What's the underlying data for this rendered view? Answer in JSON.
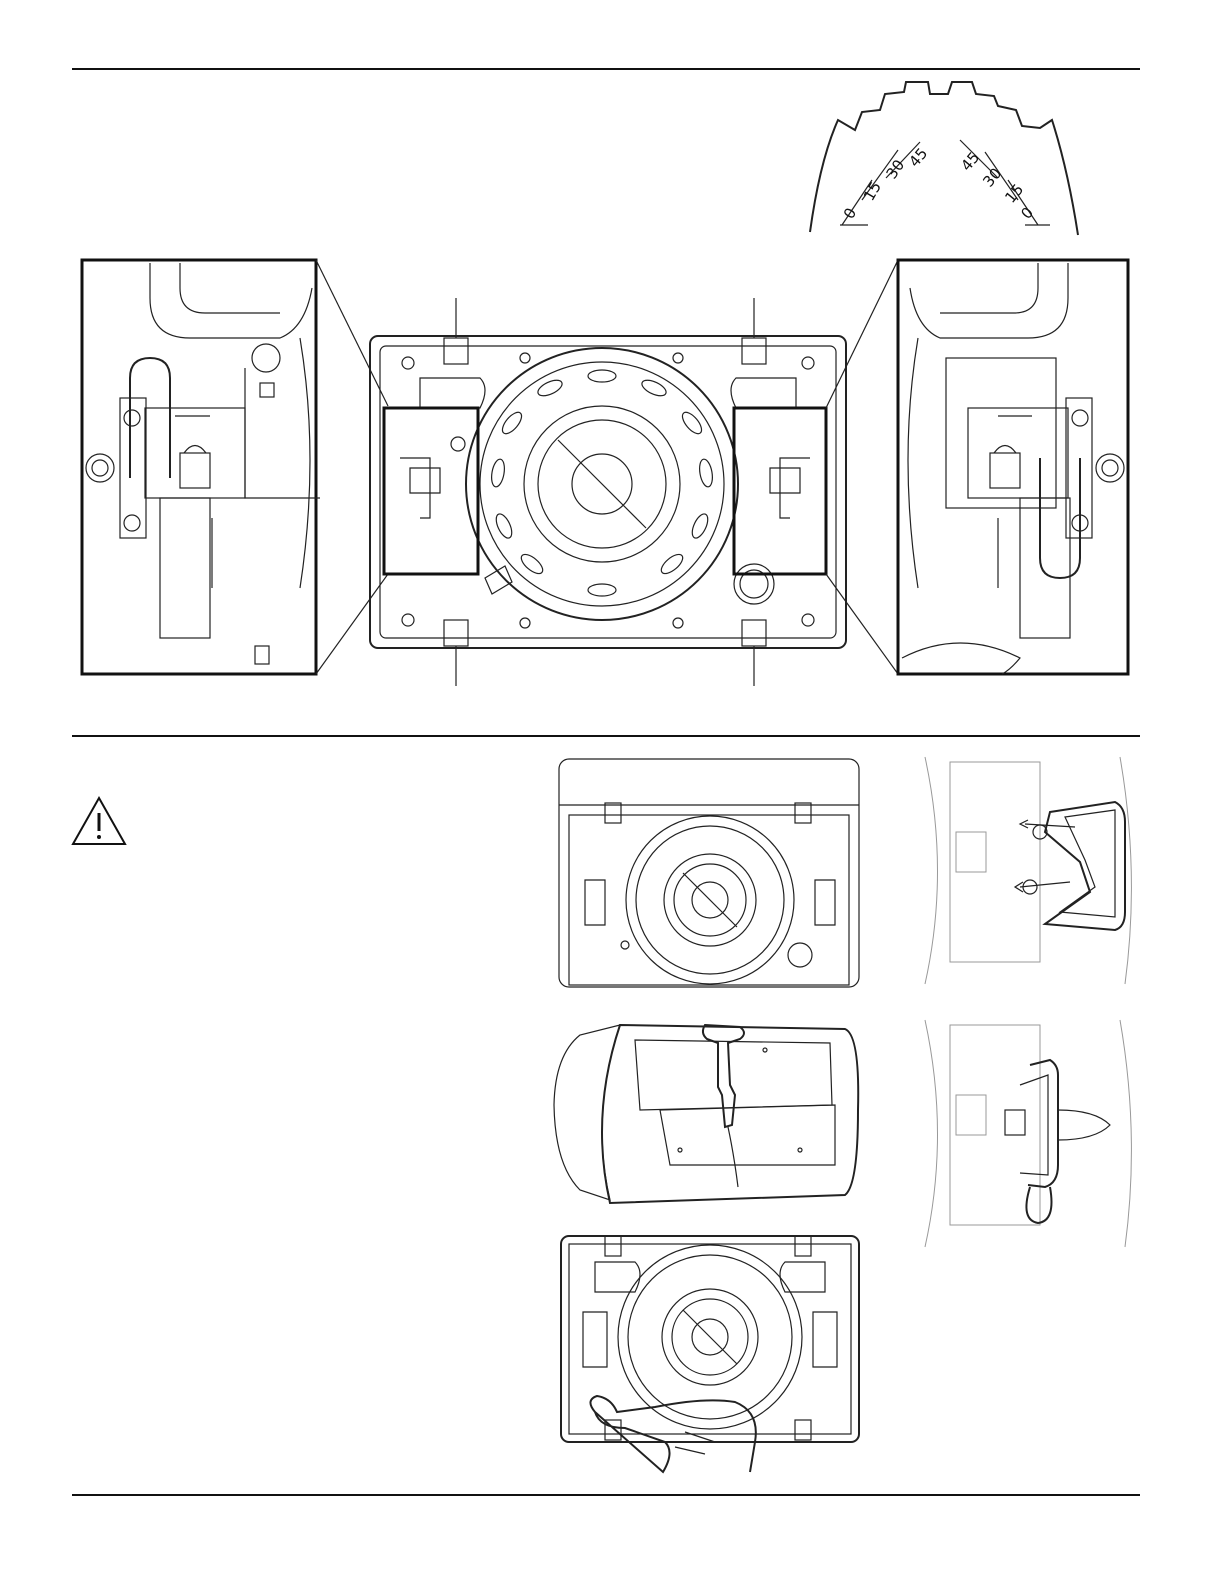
{
  "dial": {
    "left_labels": [
      "0",
      "15",
      "30",
      "45"
    ],
    "right_labels": [
      "45",
      "30",
      "15",
      "0"
    ]
  },
  "icons": {
    "warning": "warning-triangle-icon"
  }
}
